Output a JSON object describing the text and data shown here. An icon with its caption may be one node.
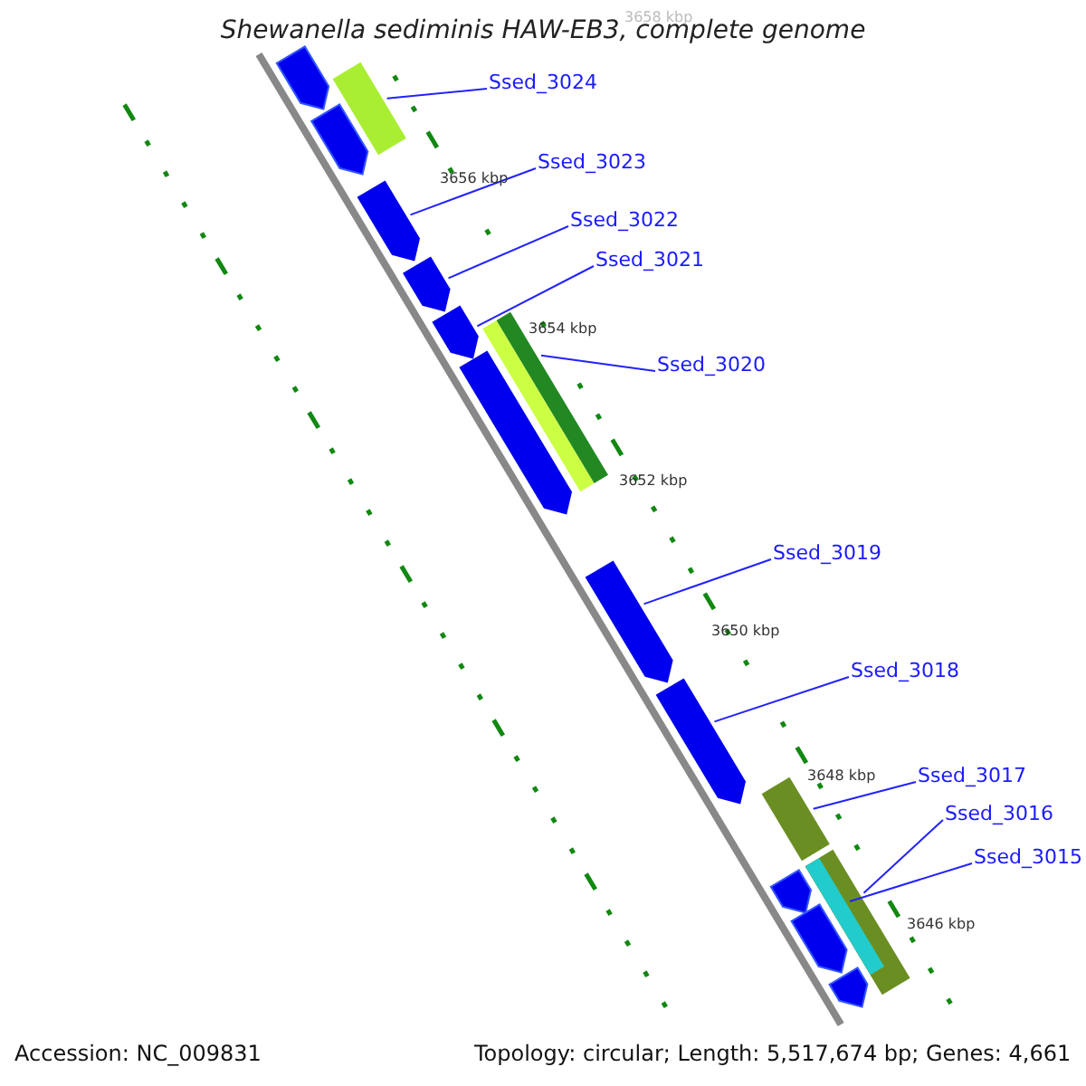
{
  "diagram": {
    "title": "Shewanella sediminis HAW-EB3, complete genome",
    "nodes": [
      {
        "text": [
          "Ssed_3024"
        ]
      },
      {
        "text": [
          "Ssed_3023"
        ]
      },
      {
        "text": [
          "Ssed_3022"
        ]
      },
      {
        "text": [
          "Ssed_3021"
        ]
      },
      {
        "text": [
          "Ssed_3020"
        ]
      },
      {
        "text": [
          "Ssed_3019"
        ]
      },
      {
        "text": [
          "Ssed_3018"
        ]
      },
      {
        "text": [
          "Ssed_3017"
        ]
      },
      {
        "text": [
          "Ssed_3016"
        ]
      },
      {
        "text": [
          "Ssed_3015"
        ]
      },
      {
        "text": [],
        "shape": "bar"
      },
      {
        "text": [],
        "shape": "bar"
      },
      {
        "text": [],
        "shape": "bar"
      },
      {
        "text": [],
        "shape": "bar"
      },
      {
        "text": [],
        "shape": "bar"
      },
      {
        "text": [],
        "shape": "bar"
      },
      {
        "text": [],
        "shape": "bar"
      },
      {
        "text": [],
        "shape": "bar"
      },
      {
        "text": [],
        "shape": "bar"
      },
      {
        "text": [],
        "shape": "bar"
      },
      {
        "text": [],
        "shape": "bar",
        "in": 19
      }
    ],
    "edges": [
      {
        "from": 0,
        "to": 10,
        "arrow": "none"
      },
      {
        "from": 1,
        "to": 11,
        "arrow": "none"
      },
      {
        "from": 2,
        "to": 12,
        "arrow": "none"
      },
      {
        "from": 3,
        "to": 13,
        "arrow": "none"
      },
      {
        "from": 4,
        "to": 14,
        "arrow": "none"
      },
      {
        "from": 5,
        "to": 16,
        "arrow": "none"
      },
      {
        "from": 6,
        "to": 17,
        "arrow": "none"
      },
      {
        "from": 7,
        "to": 18,
        "arrow": "none"
      },
      {
        "from": 8,
        "to": 19,
        "arrow": "none"
      },
      {
        "from": 9,
        "to": 20,
        "arrow": "none"
      }
    ],
    "labels": [
      "3658 kbp",
      "3656 kbp",
      "3654 kbp",
      "3652 kbp",
      "3650 kbp",
      "3648 kbp",
      "3646 kbp",
      "Accession: NC_009831",
      "Topology: circular; Length: 5,517,674 bp; Genes: 4,661"
    ]
  }
}
